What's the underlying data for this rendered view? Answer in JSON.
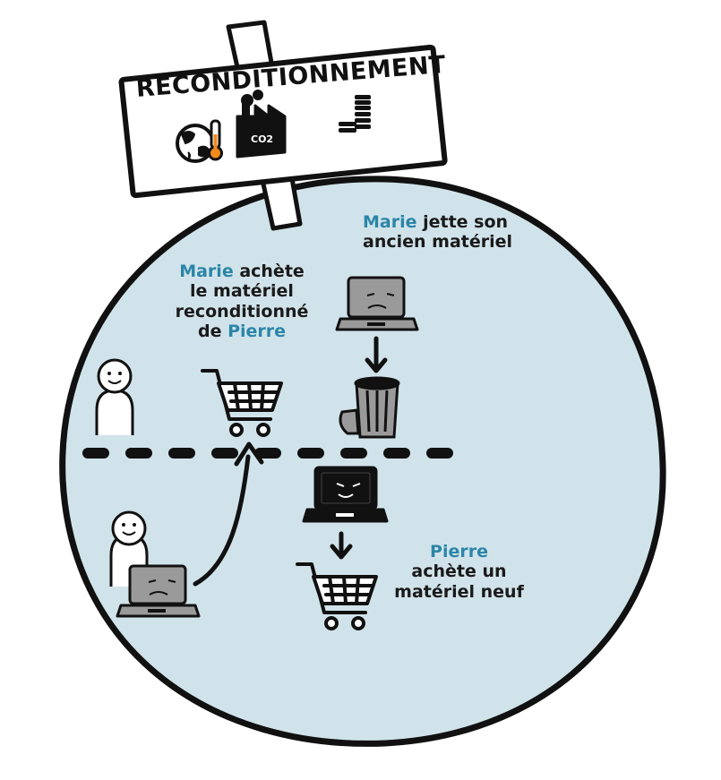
{
  "sign": {
    "title": "RECONDITIONNEMENT",
    "icons": [
      "earth-thermometer-icon",
      "factory-co2-icon",
      "coin-stack-icon"
    ],
    "co2_label": "CO2"
  },
  "labels": {
    "marie_throws": {
      "name": "Marie",
      "line1_rest": " jette son",
      "line2": "ancien matériel"
    },
    "marie_buys": {
      "name": "Marie",
      "line1_rest": " achète",
      "line2": "le matériel",
      "line3": "reconditionné",
      "line4_prefix": "de ",
      "line4_name": "Pierre"
    },
    "pierre_buys": {
      "name": "Pierre",
      "line2": "achète un",
      "line3": "matériel neuf"
    }
  },
  "colors": {
    "circle_fill": "#d1e3ea",
    "name_blue": "#2b86a8",
    "flame_orange": "#f08a1c",
    "laptop_gray": "#9a9a9a",
    "ink": "#111111"
  }
}
